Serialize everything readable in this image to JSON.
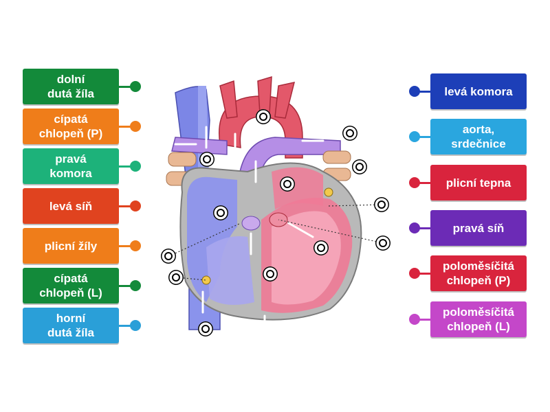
{
  "left_labels": [
    {
      "text": "dolní\ndutá žíla",
      "color": "#138a3a"
    },
    {
      "text": "cípatá\nchlopeň (P)",
      "color": "#ef7d1a"
    },
    {
      "text": "pravá\nkomora",
      "color": "#1db27a"
    },
    {
      "text": "levá síň",
      "color": "#e0431f"
    },
    {
      "text": "plicní žíly",
      "color": "#ef7d1a"
    },
    {
      "text": "cípatá\nchlopeň (L)",
      "color": "#138a3a"
    },
    {
      "text": "horní\ndutá žíla",
      "color": "#2a9fd8"
    }
  ],
  "right_labels": [
    {
      "text": "levá komora",
      "color": "#1d3fb8"
    },
    {
      "text": "aorta,\nsrdečnice",
      "color": "#2aa6df"
    },
    {
      "text": "plicní tepna",
      "color": "#d9243d"
    },
    {
      "text": "pravá síň",
      "color": "#6c2bb6"
    },
    {
      "text": "poloměsíčitá\nchlopeň (P)",
      "color": "#d9243d"
    },
    {
      "text": "poloměsíčitá\nchlopeň (L)",
      "color": "#c447c9"
    }
  ],
  "targets_count_note": ""
}
